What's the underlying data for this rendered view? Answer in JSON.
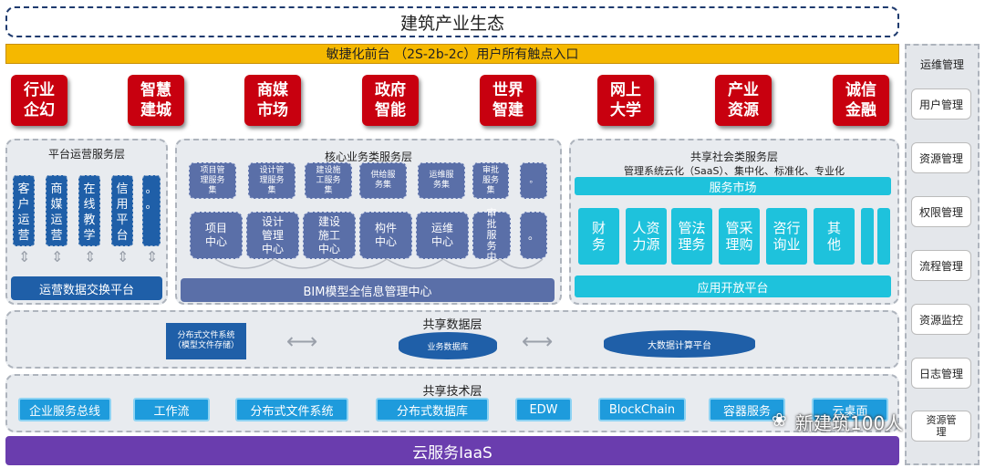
{
  "title": "建筑产业生态",
  "front": "敏捷化前台 （2S-2b-2c）用户所有触点入口",
  "reds": [
    "行业\n企幻",
    "智慧\n建城",
    "商媒\n市场",
    "政府\n智能",
    "世界\n智建",
    "网上\n大学",
    "产业\n资源",
    "诚信\n金融"
  ],
  "platform": {
    "title": "平台运营服务层",
    "cols": [
      "客\n户\n运\n营",
      "商\n媒\n运\n营",
      "在\n线\n教\n学",
      "信\n用\n平\n台",
      "。\n。"
    ],
    "bar": "运营数据交换平台"
  },
  "core": {
    "title": "核心业务类服务层",
    "svcs": [
      "项目管\n理服务\n集",
      "设计管\n理服务\n集",
      "建设施\n工服务\n集",
      "供给服\n务集",
      "运维服\n务集",
      "审批\n服务\n集",
      "。"
    ],
    "centers": [
      "项目\n中心",
      "设计\n管理\n中心",
      "建设\n施工\n中心",
      "构件\n中心",
      "运维\n中心",
      "审\n批\n服\n务\n中",
      "。"
    ],
    "bar": "BIM模型全信息管理中心"
  },
  "social": {
    "title": "共享社会类服务层",
    "sub": "管理系统云化（SaaS）、集中化、标准化、专业化",
    "market": "服务市场",
    "cols": [
      "财\n务",
      "人资\n力源",
      "管法\n理务",
      "管采\n理购",
      "咨行\n询业",
      "其\n他"
    ],
    "open": "应用开放平台"
  },
  "data": {
    "title": "共享数据层",
    "dfs": "分布式文件系统\n（模型文件存储）",
    "db": "业务数据库",
    "bigdata": "大数据计算平台"
  },
  "tech": {
    "title": "共享技术层",
    "items": [
      "企业服务总线",
      "工作流",
      "分布式文件系统",
      "分布式数据库",
      "EDW",
      "BlockChain",
      "容器服务",
      "云桌面"
    ]
  },
  "iaas": "云服务IaaS",
  "ops": {
    "title": "运维管理",
    "items": [
      "用户管理",
      "资源管理",
      "权限管理",
      "流程管理",
      "资源监控",
      "日志管理",
      "资源管\n理"
    ]
  },
  "watermark": "新建筑100人"
}
